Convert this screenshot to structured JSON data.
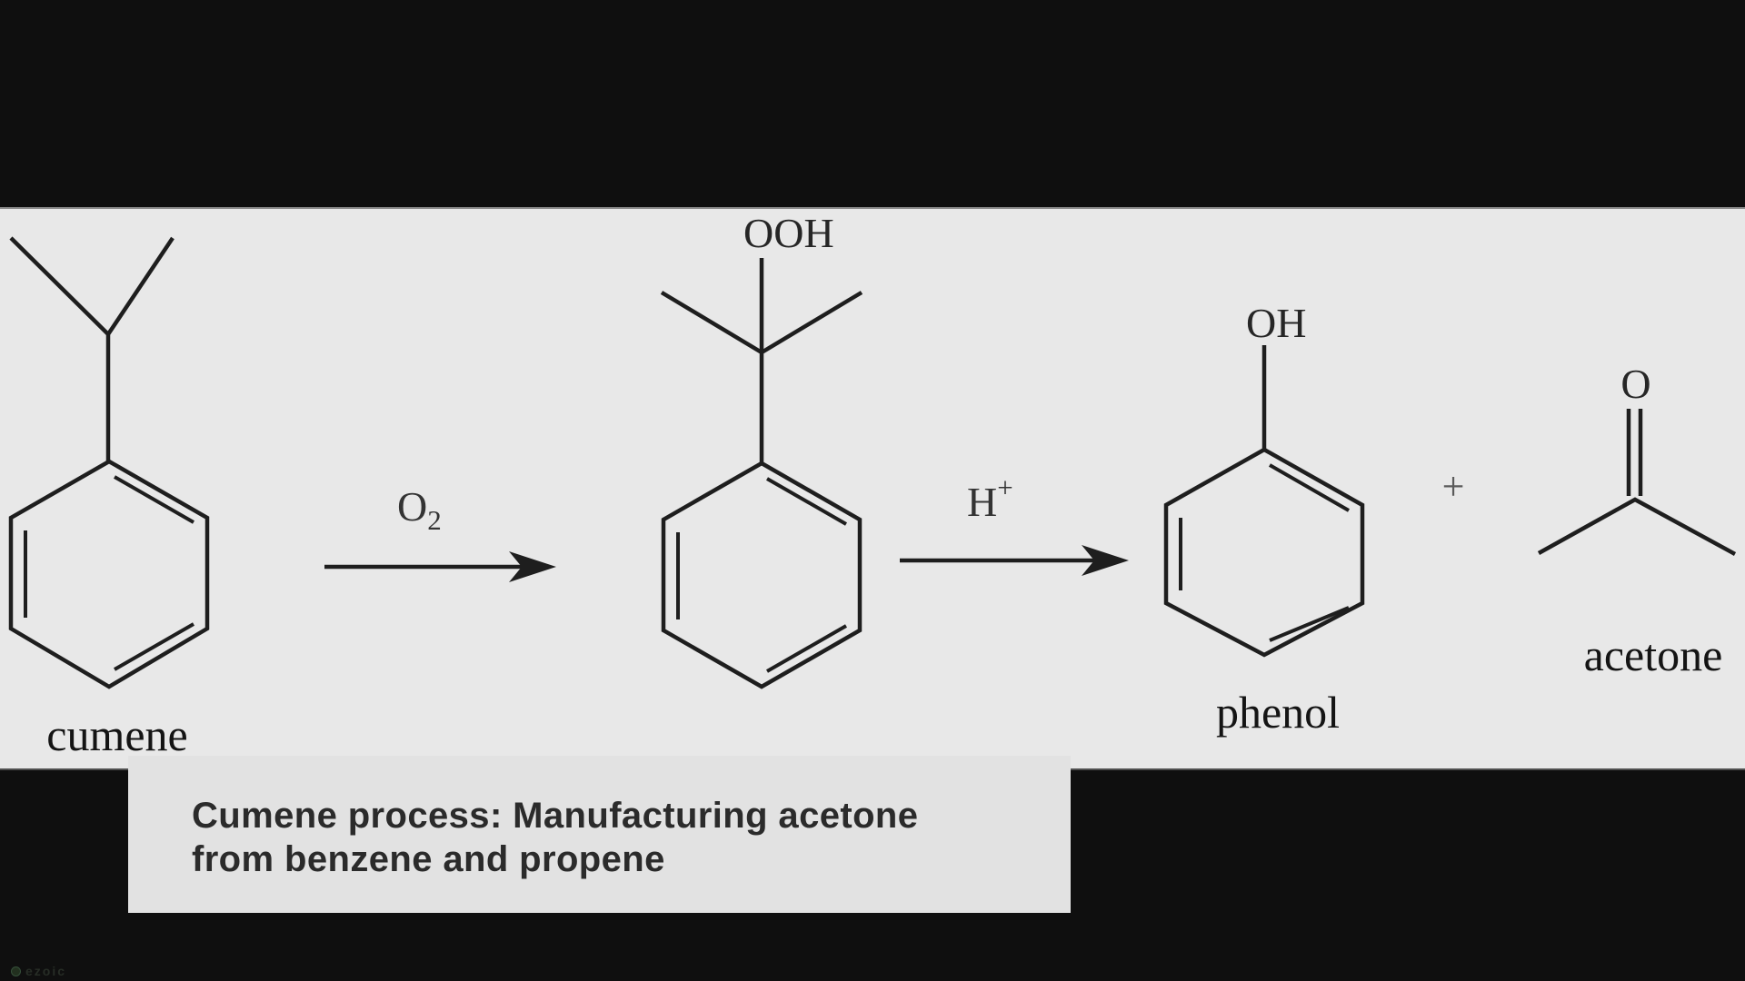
{
  "colors": {
    "background": "#0f0f0f",
    "panel": "#e8e8e8",
    "caption_bg": "#e2e2e2",
    "caption_text": "#2b2b2b",
    "bond": "#1e1e1e",
    "plus": "#5a5a5a"
  },
  "scheme": {
    "molecule_labels": {
      "cumene": "cumene",
      "phenol": "phenol",
      "acetone": "acetone"
    },
    "atom_labels": {
      "hydroperoxide": "OOH",
      "hydroxyl": "OH",
      "carbonyl_oxygen": "O"
    },
    "reagents": {
      "step1_base": "O",
      "step1_sub": "2",
      "step2_base": "H",
      "step2_sup": "+"
    },
    "plus_sign": "+"
  },
  "caption": {
    "line1": "Cumene process: Manufacturing acetone",
    "line2": "from benzene and propene"
  },
  "watermark": {
    "text": "ezoic"
  }
}
